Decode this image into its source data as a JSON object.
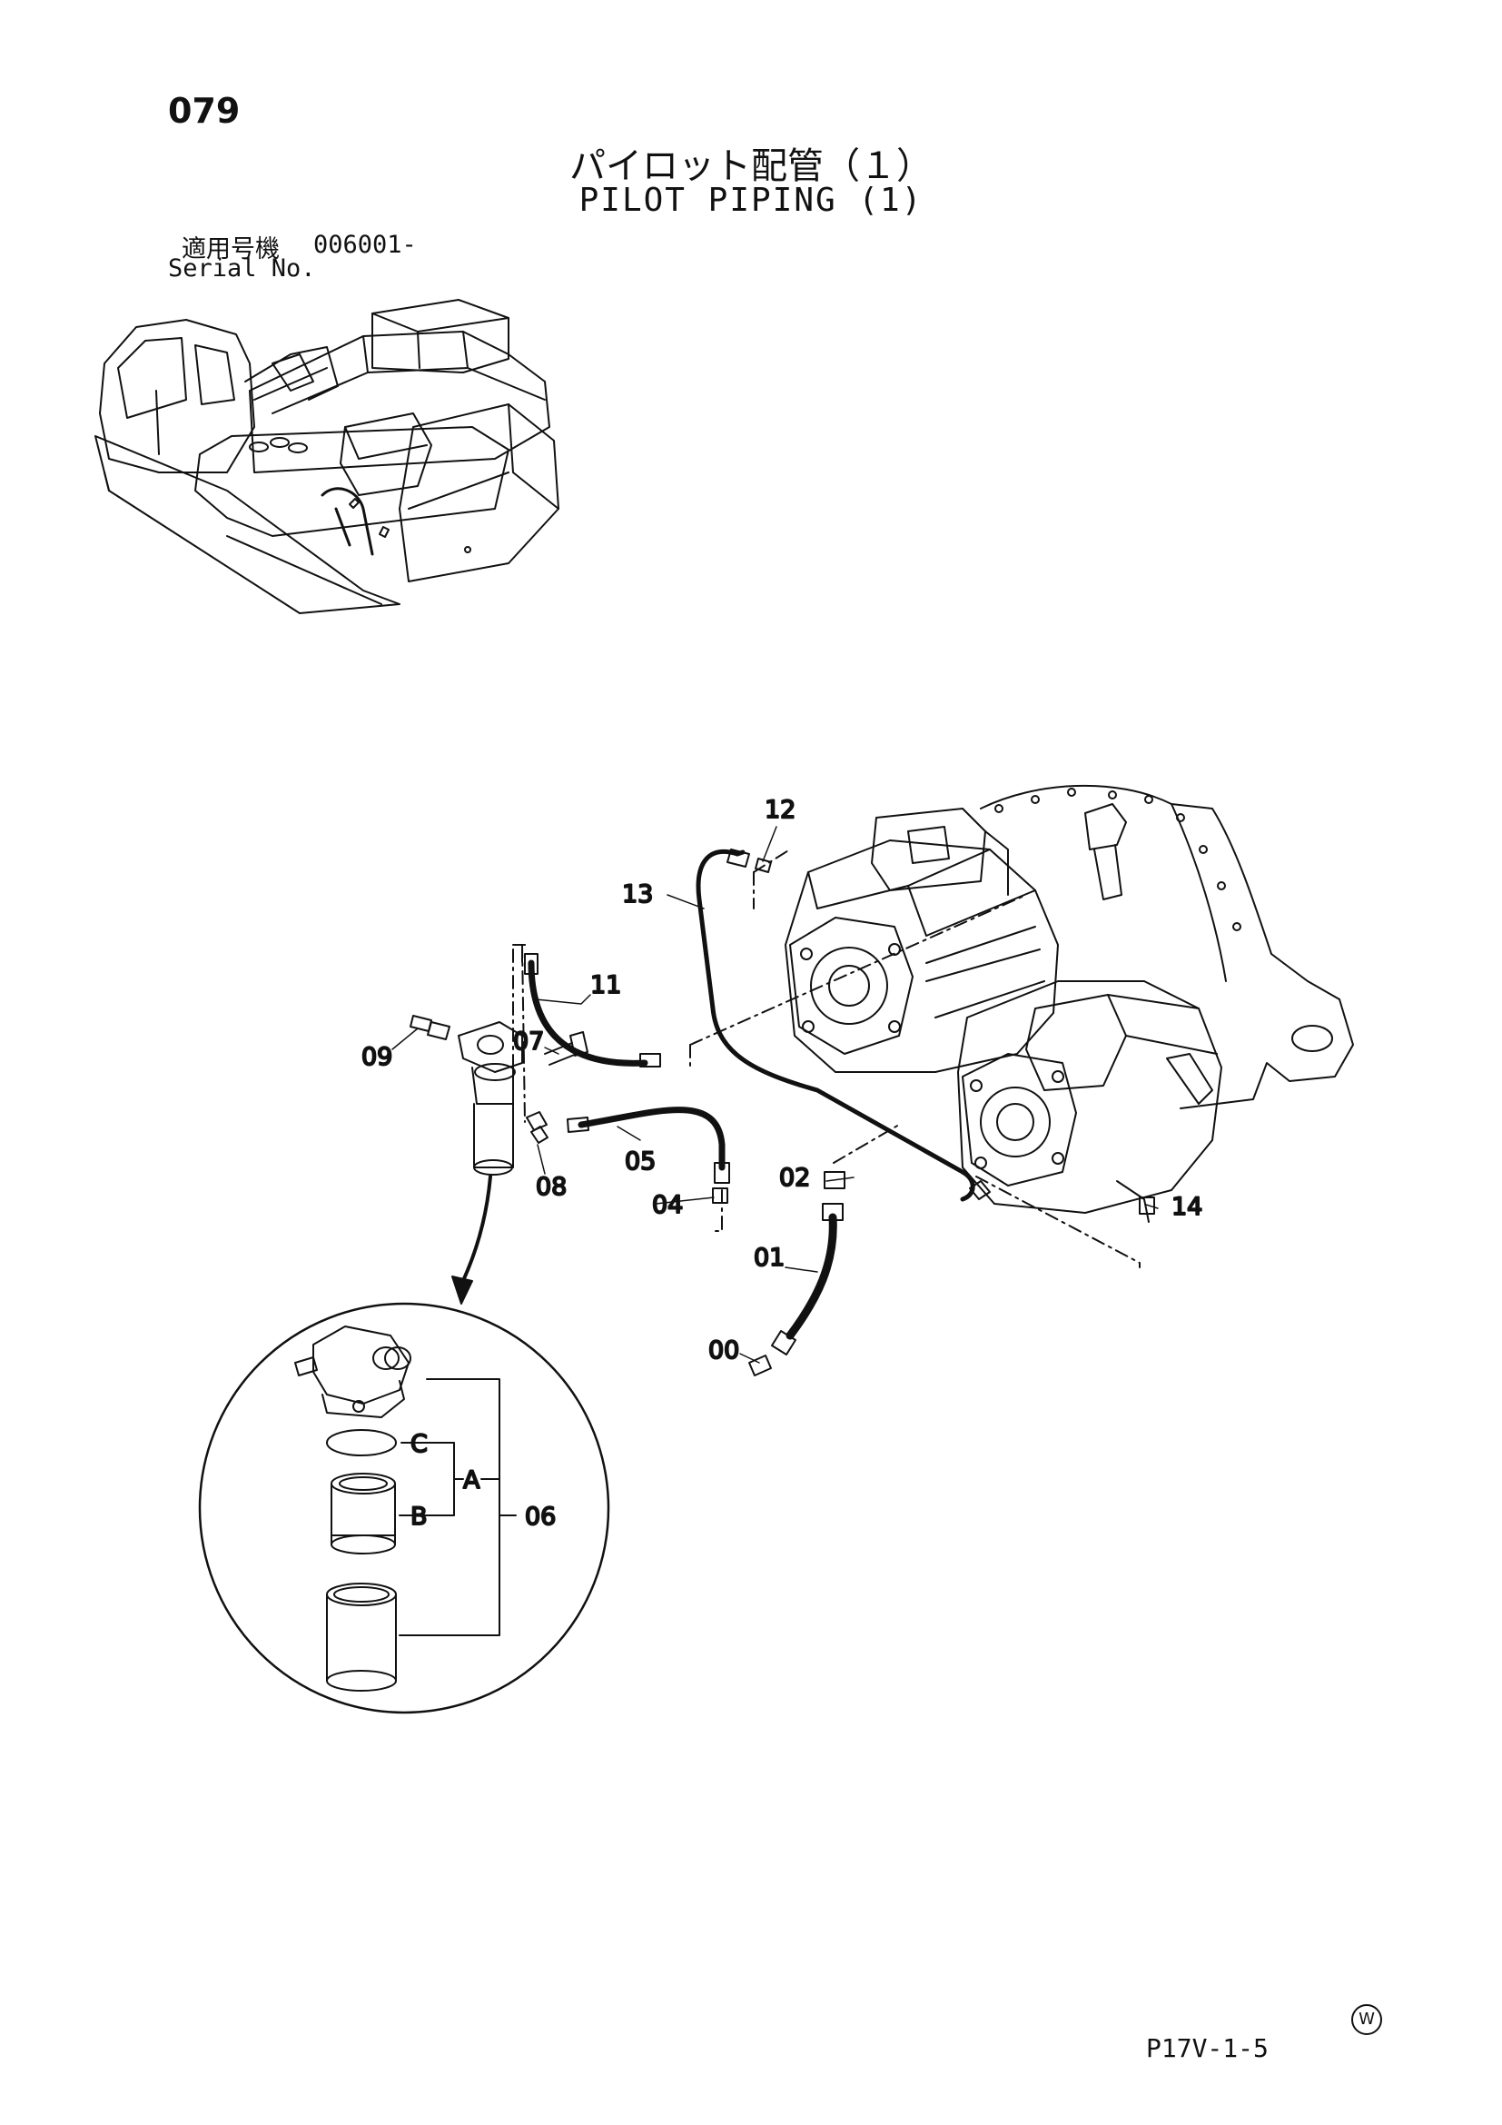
{
  "header": {
    "page_number": "079",
    "title_jp": "パイロット配管（１）",
    "title_en": "PILOT PIPING (1)",
    "serial_label_jp": "適用号機",
    "serial_value": "006001-",
    "serial_label_en": "Serial No."
  },
  "callouts": {
    "c00": "00",
    "c01": "01",
    "c02": "02",
    "c04": "04",
    "c05": "05",
    "c06": "06",
    "c07": "07",
    "c08": "08",
    "c09": "09",
    "c11": "11",
    "c12": "12",
    "c13": "13",
    "c14": "14",
    "cA": "A",
    "cB": "B",
    "cC": "C"
  },
  "footer": {
    "code": "P17V-1-5",
    "watermark_letter": "W"
  }
}
